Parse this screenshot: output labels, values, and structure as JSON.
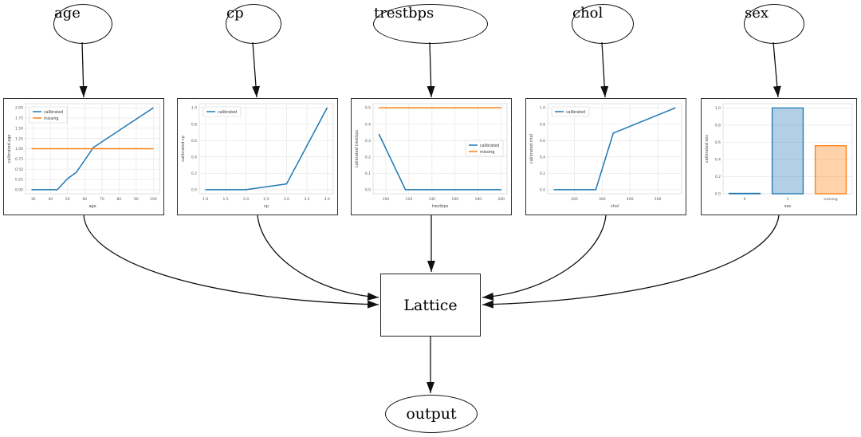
{
  "nodes": {
    "features": [
      {
        "label": "age"
      },
      {
        "label": "cp"
      },
      {
        "label": "trestbps"
      },
      {
        "label": "chol"
      },
      {
        "label": "sex"
      }
    ],
    "lattice_label": "Lattice",
    "output_label": "output"
  },
  "colors": {
    "calibrated": "#1f77b4",
    "missing": "#ff7f0e",
    "calibrated_fill": "rgba(31,119,180,0.35)",
    "missing_fill": "rgba(255,127,14,0.35)",
    "edge": "#111111",
    "grid": "#e7e7e7",
    "tick_text": "#555555",
    "axis_label_text": "#444444"
  },
  "chart_data": [
    {
      "type": "line",
      "xlabel": "age",
      "ylabel": "calibrated age",
      "xlim": [
        25.5,
        103.5
      ],
      "ylim": [
        -0.1,
        2.1
      ],
      "xticks": [
        30,
        40,
        50,
        60,
        70,
        80,
        90,
        100
      ],
      "xtick_labels": [
        "30",
        "40",
        "50",
        "60",
        "70",
        "80",
        "90",
        "100"
      ],
      "yticks": [
        0,
        0.25,
        0.5,
        0.75,
        1.0,
        1.25,
        1.5,
        1.75,
        2.0
      ],
      "ytick_labels": [
        "0.00",
        "0.25",
        "0.50",
        "0.75",
        "1.00",
        "1.25",
        "1.50",
        "1.75",
        "2.00"
      ],
      "series": [
        {
          "name": "calibrated",
          "color_key": "calibrated",
          "points": [
            [
              29,
              0
            ],
            [
              44,
              0
            ],
            [
              50,
              0.27
            ],
            [
              55,
              0.42
            ],
            [
              60,
              0.72
            ],
            [
              65,
              1.03
            ],
            [
              100,
              2.0
            ]
          ]
        },
        {
          "name": "missing",
          "color_key": "missing",
          "points": [
            [
              29,
              1.0
            ],
            [
              100,
              1.0
            ]
          ]
        }
      ],
      "legend": {
        "position": "upper-left",
        "entries": [
          "calibrated",
          "missing"
        ]
      }
    },
    {
      "type": "line",
      "xlabel": "cp",
      "ylabel": "calibrated cp",
      "xlim": [
        0.85,
        4.15
      ],
      "ylim": [
        -0.05,
        1.05
      ],
      "xticks": [
        1.0,
        1.5,
        2.0,
        2.5,
        3.0,
        3.5,
        4.0
      ],
      "xtick_labels": [
        "1.0",
        "1.5",
        "2.0",
        "2.5",
        "3.0",
        "3.5",
        "4.0"
      ],
      "yticks": [
        0,
        0.2,
        0.4,
        0.6,
        0.8,
        1.0
      ],
      "ytick_labels": [
        "0.0",
        "0.2",
        "0.4",
        "0.6",
        "0.8",
        "1.0"
      ],
      "series": [
        {
          "name": "calibrated",
          "color_key": "calibrated",
          "points": [
            [
              1,
              0
            ],
            [
              2,
              0
            ],
            [
              3,
              0.07
            ],
            [
              4,
              1.0
            ]
          ]
        }
      ],
      "legend": {
        "position": "upper-left",
        "entries": [
          "calibrated"
        ]
      }
    },
    {
      "type": "line",
      "xlabel": "trestbps",
      "ylabel": "calibrated trestbps",
      "xlim": [
        89,
        205
      ],
      "ylim": [
        -0.025,
        0.525
      ],
      "xticks": [
        100,
        120,
        140,
        160,
        180,
        200
      ],
      "xtick_labels": [
        "100",
        "120",
        "140",
        "160",
        "180",
        "200"
      ],
      "yticks": [
        0,
        0.1,
        0.2,
        0.3,
        0.4,
        0.5
      ],
      "ytick_labels": [
        "0.0",
        "0.1",
        "0.2",
        "0.3",
        "0.4",
        "0.5"
      ],
      "series": [
        {
          "name": "calibrated",
          "color_key": "calibrated",
          "points": [
            [
              94,
              0.34
            ],
            [
              117,
              0
            ],
            [
              200,
              0
            ]
          ]
        },
        {
          "name": "missing",
          "color_key": "missing",
          "points": [
            [
              94,
              0.5
            ],
            [
              200,
              0.5
            ]
          ]
        }
      ],
      "legend": {
        "position": "center-right",
        "entries": [
          "calibrated",
          "missing"
        ]
      }
    },
    {
      "type": "line",
      "xlabel": "chol",
      "ylabel": "calibrated chol",
      "xlim": [
        104,
        586
      ],
      "ylim": [
        -0.05,
        1.05
      ],
      "xticks": [
        200,
        300,
        400,
        500
      ],
      "xtick_labels": [
        "200",
        "300",
        "400",
        "500"
      ],
      "yticks": [
        0,
        0.2,
        0.4,
        0.6,
        0.8,
        1.0
      ],
      "ytick_labels": [
        "0.0",
        "0.2",
        "0.4",
        "0.6",
        "0.8",
        "1.0"
      ],
      "series": [
        {
          "name": "calibrated",
          "color_key": "calibrated",
          "points": [
            [
              126,
              0
            ],
            [
              277,
              0
            ],
            [
              340,
              0.69
            ],
            [
              564,
              1.0
            ]
          ]
        }
      ],
      "legend": {
        "position": "upper-left",
        "entries": [
          "calibrated"
        ]
      }
    },
    {
      "type": "bar",
      "xlabel": "sex",
      "ylabel": "calibrated sex",
      "categories": [
        "0",
        "1",
        "missing"
      ],
      "values": [
        0.005,
        1.0,
        0.56
      ],
      "bar_color_keys": [
        "calibrated",
        "calibrated",
        "missing"
      ],
      "ylim": [
        0,
        1.05
      ],
      "yticks": [
        0,
        0.2,
        0.4,
        0.6,
        0.8,
        1.0
      ],
      "ytick_labels": [
        "0.0",
        "0.2",
        "0.4",
        "0.6",
        "0.8",
        "1.0"
      ],
      "legend": null
    }
  ]
}
